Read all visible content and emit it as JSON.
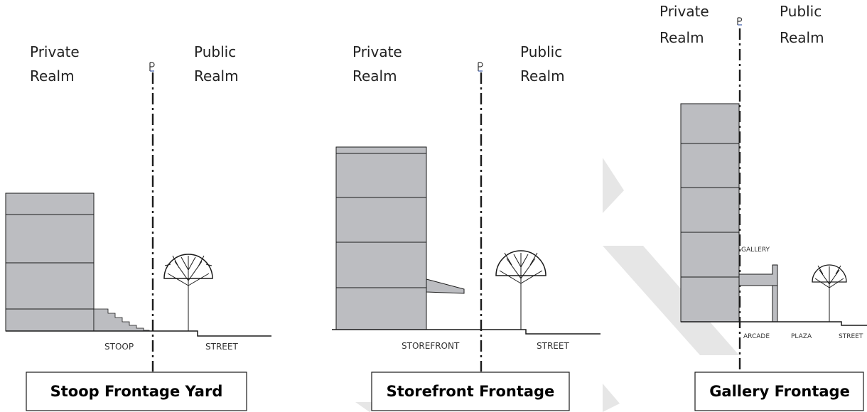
{
  "panels": [
    {
      "id": "stoop",
      "private_label": [
        "Private",
        "Realm"
      ],
      "public_label": [
        "Public",
        "Realm"
      ],
      "pl_symbol": "PL",
      "labels": [
        "STOOP",
        "STREET"
      ],
      "title": "Stoop Frontage Yard"
    },
    {
      "id": "storefront",
      "private_label": [
        "Private",
        "Realm"
      ],
      "public_label": [
        "Public",
        "Realm"
      ],
      "pl_symbol": "PL",
      "labels": [
        "STOREFRONT",
        "STREET"
      ],
      "title": "Storefront Frontage"
    },
    {
      "id": "gallery",
      "private_label": [
        "Private",
        "Realm"
      ],
      "public_label": [
        "Public",
        "Realm"
      ],
      "pl_symbol": "PL",
      "labels": [
        "GALLERY",
        "ARCADE",
        "PLAZA",
        "STREET"
      ],
      "title": "Gallery Frontage"
    }
  ],
  "colors": {
    "building": "#bcbdc1",
    "line": "#1a1a1a",
    "watermark": "#e6e6e6"
  }
}
